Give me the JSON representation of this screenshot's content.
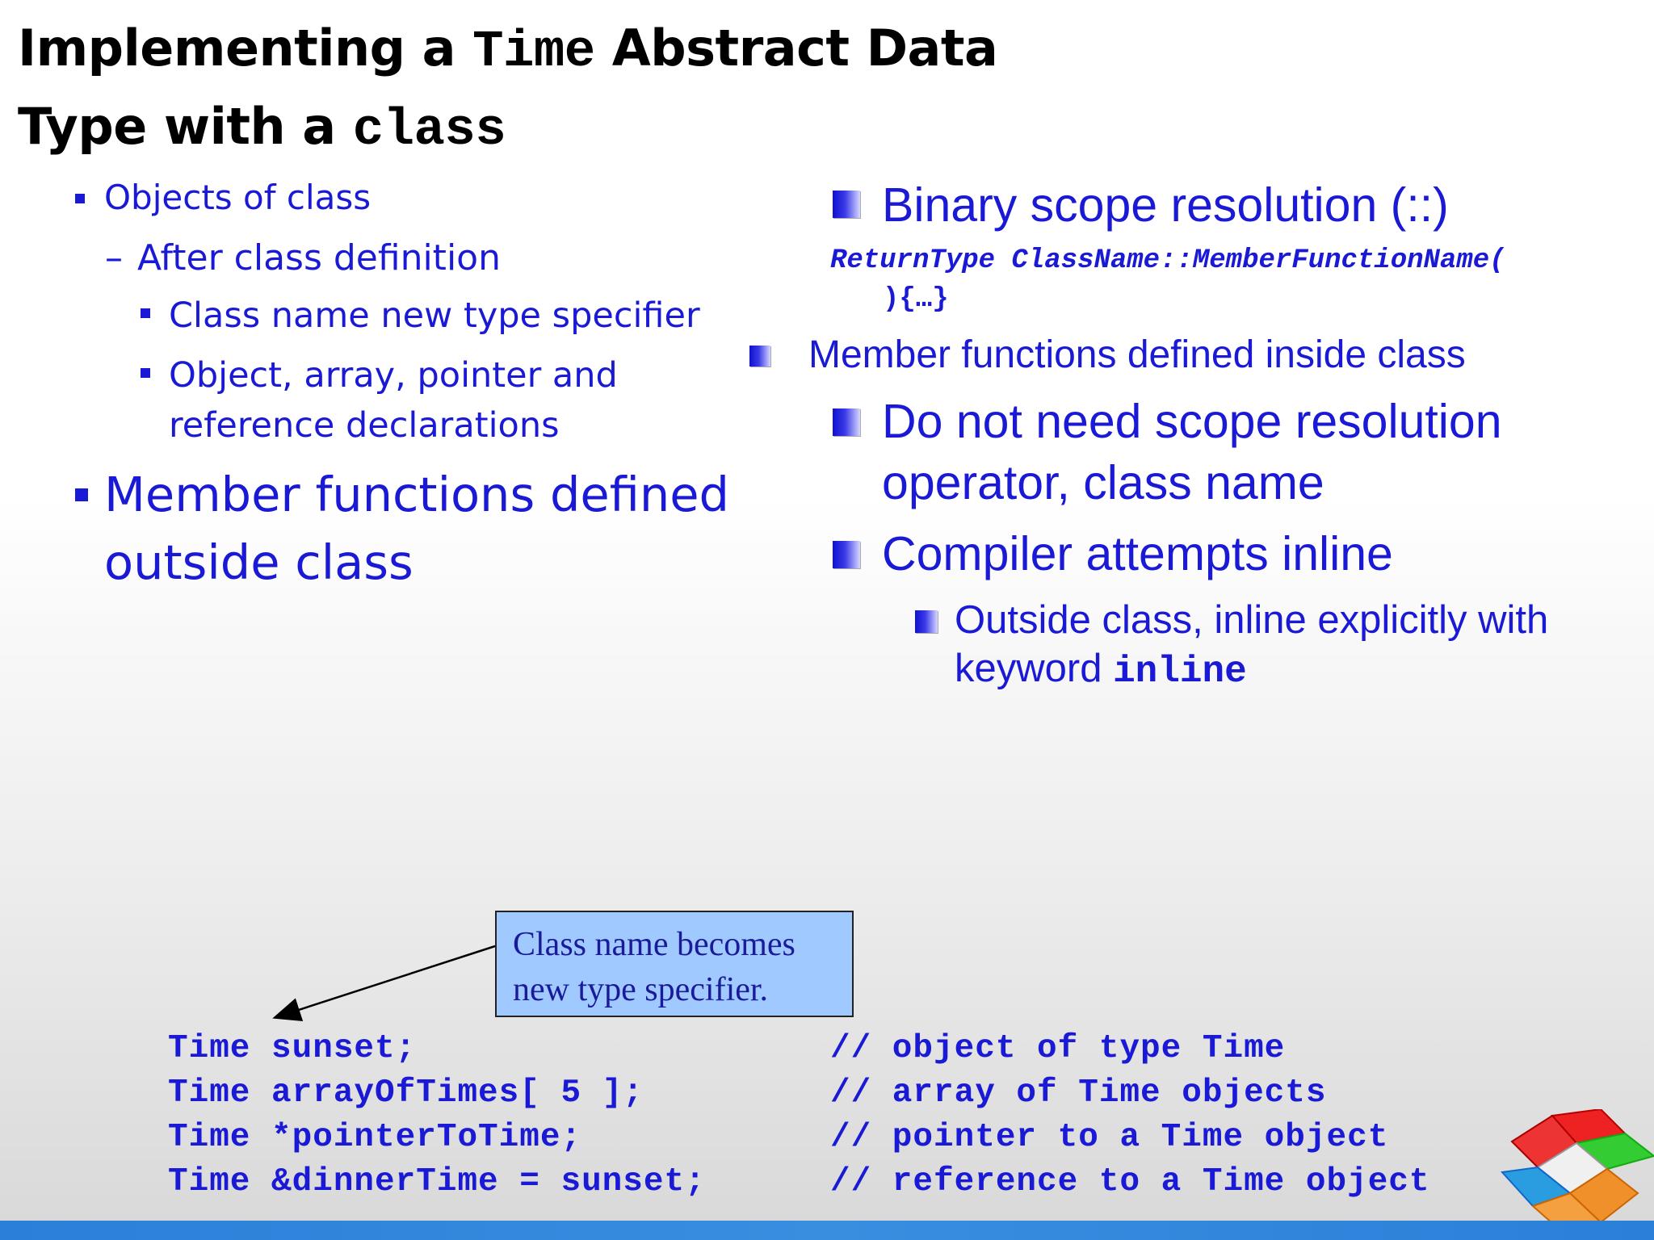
{
  "slide": {
    "title_part1": "Implementing a ",
    "title_code1": "Time",
    "title_part2": " Abstract Data",
    "title_part3": "Type with a ",
    "title_code2": "class"
  },
  "left_column": {
    "bullet1": "Objects of class",
    "dash1": "After class definition",
    "sub1": "Class name new type specifier",
    "sub2_line1": "Object, array, pointer and",
    "sub2_line2": "reference declarations",
    "bullet2_line1": "Member functions defined",
    "bullet2_line2": "outside class"
  },
  "right_column": {
    "binary_scope": "Binary scope resolution (::)",
    "syntax_line1": "ReturnType ClassName::MemberFunctionName(",
    "syntax_line2": "){…}",
    "inside_class": "Member functions defined inside class",
    "no_scope_line1": "Do not need scope resolution",
    "no_scope_line2": "operator, class name",
    "compiler_inline": "Compiler attempts inline",
    "outside_line1": "Outside class, inline explicitly with",
    "outside_line2_text": "keyword ",
    "outside_line2_code": "inline"
  },
  "callout": {
    "line1": "Class name becomes",
    "line2": "new type specifier."
  },
  "code": {
    "lines": [
      {
        "stmt": "Time sunset;",
        "comment": "// object of type Time"
      },
      {
        "stmt": "Time arrayOfTimes[ 5 ];",
        "comment": "// array of Time objects"
      },
      {
        "stmt": "Time *pointerToTime;",
        "comment": "// pointer to a Time object"
      },
      {
        "stmt": "Time &dinnerTime = sunset;",
        "comment": "// reference to a Time object"
      }
    ]
  },
  "colors": {
    "text_blue": "#1a1ad6",
    "callout_fill": "#9fc9ff",
    "bottom_bar": "#2a7fd8"
  }
}
